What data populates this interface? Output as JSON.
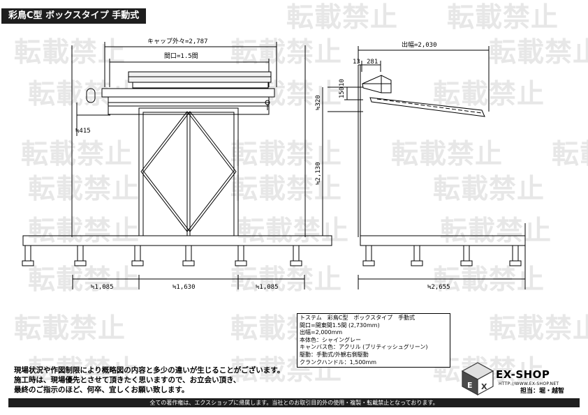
{
  "header": {
    "title": "彩鳥C型 ボックスタイプ 手動式"
  },
  "watermark": {
    "text": "転載禁止"
  },
  "dimensions": {
    "cap_outer": "キャップ外々=2,787",
    "opening": "間口=1.5間",
    "overhang": "出幅=2,030",
    "d_415": "≒415",
    "d_320": "≒320",
    "d_150": "150",
    "d_10": "10",
    "d_2130": "≒2,130",
    "d_13": "13",
    "d_281": "281",
    "d_1085a": "≒1,085",
    "d_1630": "≒1,630",
    "d_1085b": "≒1,085",
    "d_2655": "≒2,655"
  },
  "spec": {
    "lines": [
      "トステム　彩鳥C型　ボックスタイプ　手動式",
      "間口=開東間1.5間 (2,730mm)",
      "出幅=2,000mm",
      "本体色：シャイングレー",
      "キャンバス色：アクリル (ブリティッシュグリーン)",
      "駆動：手動式/外観右側駆動",
      "クランクハンドル：1,500mm"
    ]
  },
  "notes": {
    "lines": [
      "現場状況や作図制限により概略図の内容と多少の違いが生じることがございます。",
      "施工時は、現場優先とさせて頂きたく思いますので、お立会い頂き、",
      "最終のご指示のほど、何卒、宜しくお願い致します。"
    ]
  },
  "logo": {
    "name": "EX-SHOP",
    "url": "HTTP://WWW.EX-SHOP.NET"
  },
  "staff": "担当：堀・越智",
  "footer": "全ての著作権は、エクスショップに帰属します。当社とのお取引目的外の使用・複製・転載禁止となっております。"
}
